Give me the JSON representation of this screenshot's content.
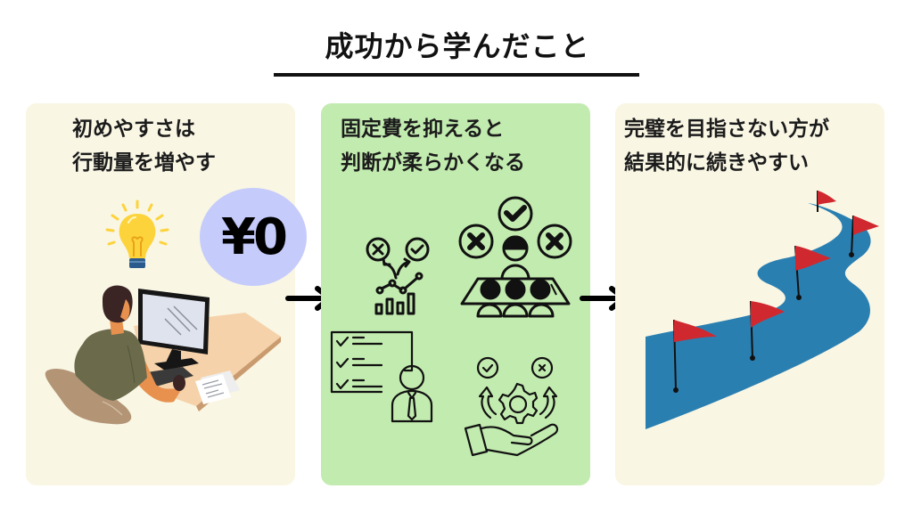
{
  "title": "成功から学んだこと",
  "panels": [
    {
      "heading_line1": "初めやすさは",
      "heading_line2": "行動量を増やす",
      "badge": "¥0",
      "background": "#f9f6e4"
    },
    {
      "heading_line1": "固定費を抑えると",
      "heading_line2": "判断が柔らかくなる",
      "background": "#c2ebaf"
    },
    {
      "heading_line1": "完璧を目指さない方が",
      "heading_line2": "結果的に続きやすい",
      "background": "#f9f6e4"
    }
  ],
  "icons": {
    "left": [
      "lightbulb-icon",
      "person-at-computer-illustration"
    ],
    "middle": [
      "decision-chart-icon",
      "team-vote-icon",
      "checklist-presenter-icon",
      "hand-gear-icon"
    ],
    "right": [
      "winding-road-flags-illustration"
    ]
  },
  "colors": {
    "road": "#2a7fb1",
    "flag": "#d0282f",
    "badge": "#c5cbfb",
    "bulb": "#fdd33c"
  }
}
